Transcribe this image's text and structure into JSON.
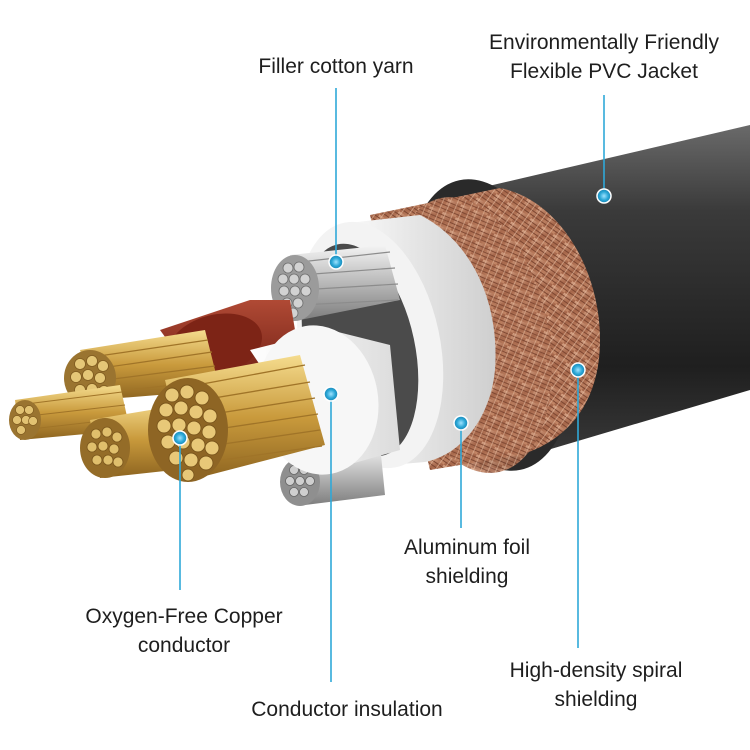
{
  "colors": {
    "leader": "#2fa8d8",
    "dot": "#2aa6d6",
    "jacket": "#2b2b2b",
    "braid": "#b7785a",
    "foil": "#eeeeee",
    "copper": "#d9b45a",
    "tinned": "#c9c9c9",
    "red_insulation": "#8e2b1c"
  },
  "labels": {
    "filler": {
      "line1": "Filler cotton yarn"
    },
    "jacket": {
      "line1": "Environmentally Friendly",
      "line2": "Flexible PVC Jacket"
    },
    "foil": {
      "line1": "Aluminum foil",
      "line2": "shielding"
    },
    "copper": {
      "line1": "Oxygen-Free Copper",
      "line2": "conductor"
    },
    "insulation": {
      "line1": "Conductor insulation"
    },
    "spiral": {
      "line1": "High-density spiral",
      "line2": "shielding"
    }
  }
}
